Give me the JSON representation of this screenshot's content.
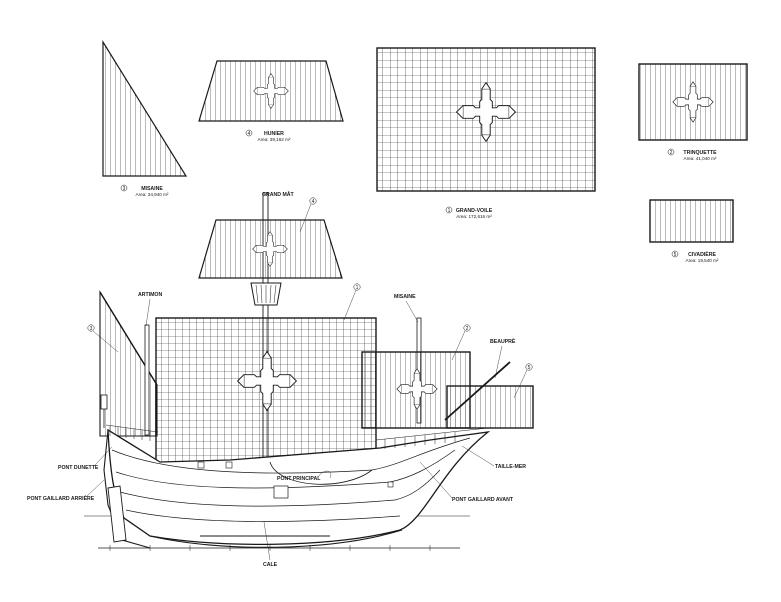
{
  "sails": {
    "grand_voile": {
      "number": "1",
      "name": "GRAND-VOILE",
      "area": "Area: 172,616 m²"
    },
    "trinquette": {
      "number": "2",
      "name": "TRINQUETTE",
      "area": "Area: 41,040 m²"
    },
    "misaine": {
      "number": "3",
      "name": "MISAINE",
      "area": "Area: 34,940 m²"
    },
    "hunier": {
      "number": "4",
      "name": "HUNIER",
      "area": "Area: 39,162 m²"
    },
    "civadiere": {
      "number": "5",
      "name": "CIVADIÈRE",
      "area": "Area: 19,540 m²"
    }
  },
  "ship_labels": {
    "grand_mat": "GRAND MÂT",
    "artimon": "ARTIMON",
    "misaine": "MISAINE",
    "beaupre": "BEAUPRÉ",
    "pont_dunette": "PONT DUNETTE",
    "pont_gaillard_arriere": "PONT GAILLARD ARRIÈRE",
    "pont_principal": "PONT PRINCIPAL",
    "pont_gaillard_avant": "PONT GAILLARD AVANT",
    "taille_mer": "TAILLE-MER",
    "cale": "CALE"
  },
  "callouts": [
    "1",
    "2",
    "3",
    "4",
    "5"
  ],
  "colors": {
    "ink": "#1a1a1a",
    "paper": "#ffffff"
  }
}
